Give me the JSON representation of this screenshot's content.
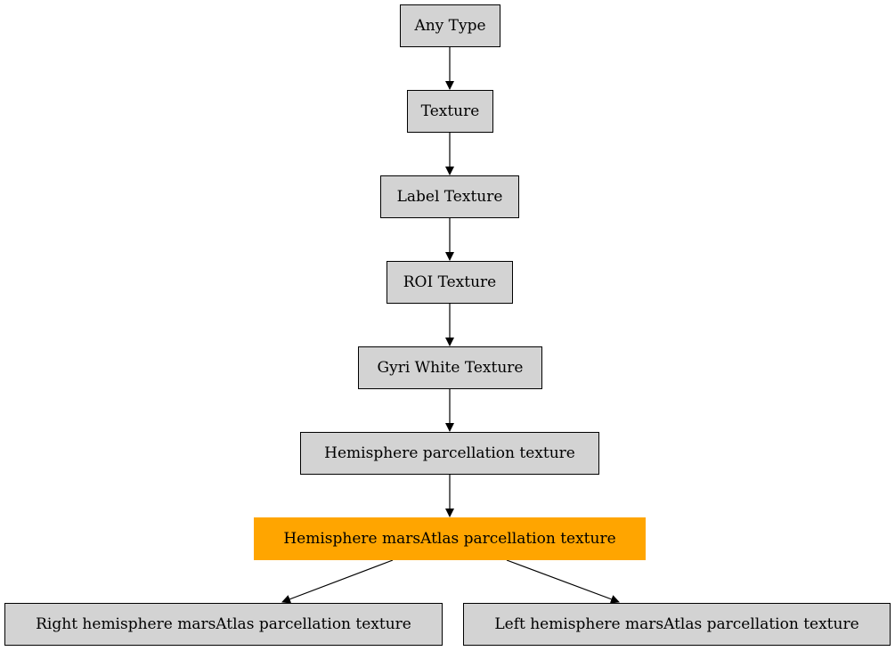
{
  "diagram": {
    "nodes": {
      "any_type": "Any Type",
      "texture": "Texture",
      "label_texture": "Label Texture",
      "roi_texture": "ROI Texture",
      "gyri_white_texture": "Gyri White Texture",
      "hemisphere_parcellation_texture": "Hemisphere parcellation texture",
      "hemisphere_marsatlas_parcellation_texture": "Hemisphere marsAtlas parcellation texture",
      "right_hemisphere_marsatlas_parcellation_texture": "Right hemisphere marsAtlas parcellation texture",
      "left_hemisphere_marsatlas_parcellation_texture": "Left hemisphere marsAtlas parcellation texture"
    },
    "edges": [
      [
        "any_type",
        "texture"
      ],
      [
        "texture",
        "label_texture"
      ],
      [
        "label_texture",
        "roi_texture"
      ],
      [
        "roi_texture",
        "gyri_white_texture"
      ],
      [
        "gyri_white_texture",
        "hemisphere_parcellation_texture"
      ],
      [
        "hemisphere_parcellation_texture",
        "hemisphere_marsatlas_parcellation_texture"
      ],
      [
        "hemisphere_marsatlas_parcellation_texture",
        "right_hemisphere_marsatlas_parcellation_texture"
      ],
      [
        "hemisphere_marsatlas_parcellation_texture",
        "left_hemisphere_marsatlas_parcellation_texture"
      ]
    ],
    "highlighted_node": "hemisphere_marsatlas_parcellation_texture",
    "colors": {
      "node_fill": "#d3d3d3",
      "highlight_fill": "#ffa500",
      "edge": "#000000"
    }
  }
}
